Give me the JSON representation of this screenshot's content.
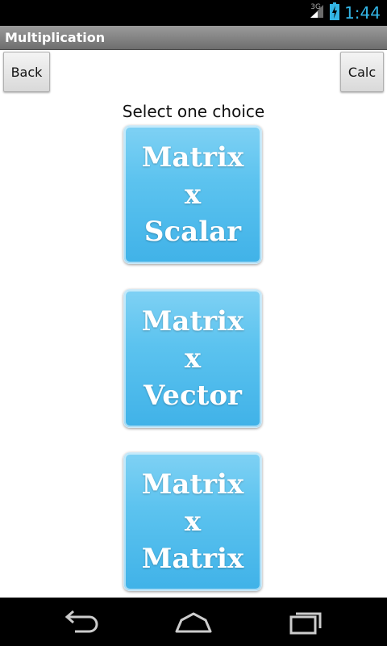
{
  "status_bar": {
    "network_type": "3G",
    "time": "1:44",
    "icons": [
      "signal-icon",
      "battery-charging-icon"
    ],
    "clock_color": "#33b5e5"
  },
  "title_bar": {
    "title": "Multiplication"
  },
  "toolbar": {
    "back_label": "Back",
    "calc_label": "Calc"
  },
  "prompt": "Select one choice",
  "choices": [
    {
      "line1": "Matrix",
      "line2": "x",
      "line3": "Scalar"
    },
    {
      "line1": "Matrix",
      "line2": "x",
      "line3": "Vector"
    },
    {
      "line1": "Matrix",
      "line2": "x",
      "line3": "Matrix"
    }
  ],
  "choice_color": "#40b2e8",
  "nav_bar": {
    "icons": [
      "back-arrow-icon",
      "home-icon",
      "recent-apps-icon"
    ]
  }
}
